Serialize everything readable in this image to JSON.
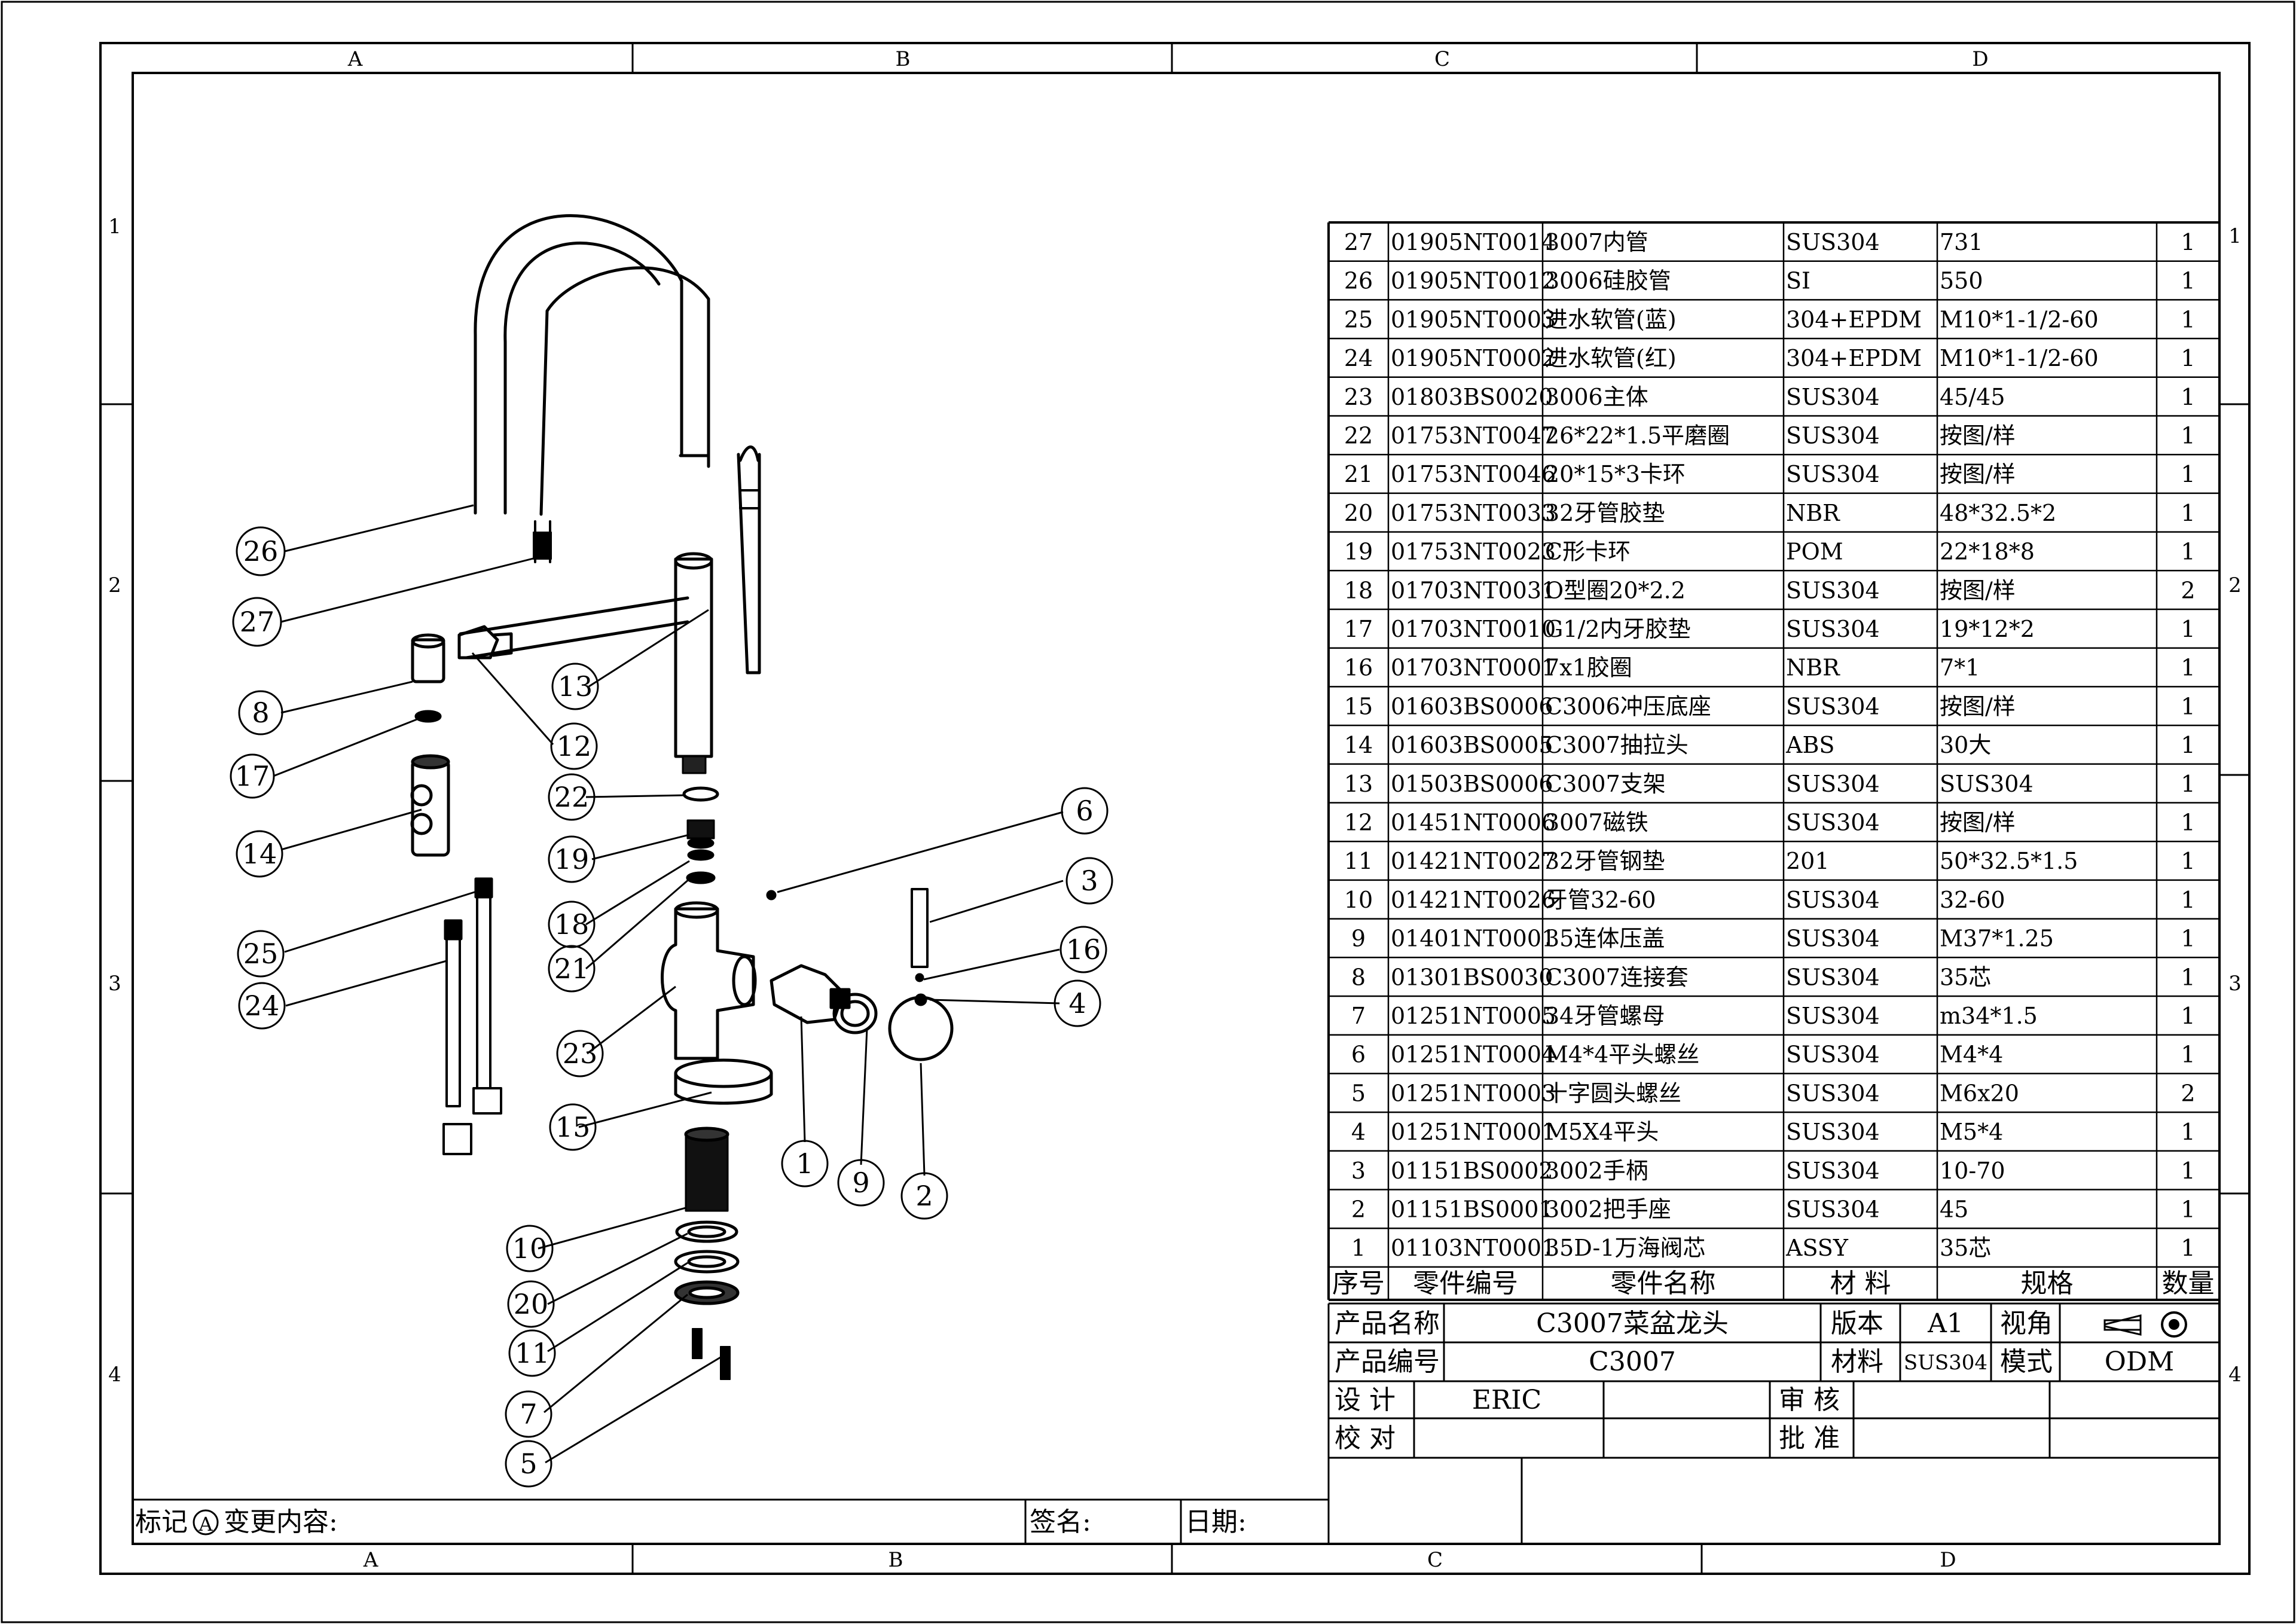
{
  "zone_columns": [
    "A",
    "B",
    "C",
    "D"
  ],
  "zone_rows": [
    "1",
    "2",
    "3",
    "4"
  ],
  "bom": {
    "headers": {
      "no": "序号",
      "part_no": "零件编号",
      "name": "零件名称",
      "material": "材 料",
      "spec": "规格",
      "qty": "数量"
    },
    "rows": [
      {
        "no": "27",
        "part_no": "01905NT0014",
        "name": "3007内管",
        "material": "SUS304",
        "spec": "731",
        "qty": "1"
      },
      {
        "no": "26",
        "part_no": "01905NT0012",
        "name": "3006硅胶管",
        "material": "SI",
        "spec": "550",
        "qty": "1"
      },
      {
        "no": "25",
        "part_no": "01905NT0003",
        "name": "进水软管(蓝)",
        "material": "304+EPDM",
        "spec": "M10*1-1/2-60",
        "qty": "1"
      },
      {
        "no": "24",
        "part_no": "01905NT0002",
        "name": "进水软管(红)",
        "material": "304+EPDM",
        "spec": "M10*1-1/2-60",
        "qty": "1"
      },
      {
        "no": "23",
        "part_no": "01803BS0020",
        "name": "3006主体",
        "material": "SUS304",
        "spec": "45/45",
        "qty": "1"
      },
      {
        "no": "22",
        "part_no": "01753NT0047",
        "name": "26*22*1.5平磨圈",
        "material": "SUS304",
        "spec": "按图/样",
        "qty": "1"
      },
      {
        "no": "21",
        "part_no": "01753NT0046",
        "name": "20*15*3卡环",
        "material": "SUS304",
        "spec": "按图/样",
        "qty": "1"
      },
      {
        "no": "20",
        "part_no": "01753NT0033",
        "name": "32牙管胶垫",
        "material": "NBR",
        "spec": "48*32.5*2",
        "qty": "1"
      },
      {
        "no": "19",
        "part_no": "01753NT0023",
        "name": "C形卡环",
        "material": "POM",
        "spec": "22*18*8",
        "qty": "1"
      },
      {
        "no": "18",
        "part_no": "01703NT0031",
        "name": "O型圈20*2.2",
        "material": "SUS304",
        "spec": "按图/样",
        "qty": "2"
      },
      {
        "no": "17",
        "part_no": "01703NT0010",
        "name": "G1/2内牙胶垫",
        "material": "SUS304",
        "spec": "19*12*2",
        "qty": "1"
      },
      {
        "no": "16",
        "part_no": "01703NT0001",
        "name": "7x1胶圈",
        "material": "NBR",
        "spec": "7*1",
        "qty": "1"
      },
      {
        "no": "15",
        "part_no": "01603BS0006",
        "name": "C3006冲压底座",
        "material": "SUS304",
        "spec": "按图/样",
        "qty": "1"
      },
      {
        "no": "14",
        "part_no": "01603BS0005",
        "name": "C3007抽拉头",
        "material": "ABS",
        "spec": "30大",
        "qty": "1"
      },
      {
        "no": "13",
        "part_no": "01503BS0006",
        "name": "C3007支架",
        "material": "SUS304",
        "spec": "SUS304",
        "qty": "1"
      },
      {
        "no": "12",
        "part_no": "01451NT0006",
        "name": "3007磁铁",
        "material": "SUS304",
        "spec": "按图/样",
        "qty": "1"
      },
      {
        "no": "11",
        "part_no": "01421NT0027",
        "name": "32牙管钢垫",
        "material": "201",
        "spec": "50*32.5*1.5",
        "qty": "1"
      },
      {
        "no": "10",
        "part_no": "01421NT0026",
        "name": "牙管32-60",
        "material": "SUS304",
        "spec": "32-60",
        "qty": "1"
      },
      {
        "no": "9",
        "part_no": "01401NT0001",
        "name": "35连体压盖",
        "material": "SUS304",
        "spec": "M37*1.25",
        "qty": "1"
      },
      {
        "no": "8",
        "part_no": "01301BS0030",
        "name": "C3007连接套",
        "material": "SUS304",
        "spec": "35芯",
        "qty": "1"
      },
      {
        "no": "7",
        "part_no": "01251NT0005",
        "name": "34牙管螺母",
        "material": "SUS304",
        "spec": "m34*1.5",
        "qty": "1"
      },
      {
        "no": "6",
        "part_no": "01251NT0004",
        "name": "M4*4平头螺丝",
        "material": "SUS304",
        "spec": "M4*4",
        "qty": "1"
      },
      {
        "no": "5",
        "part_no": "01251NT0003",
        "name": "十字圆头螺丝",
        "material": "SUS304",
        "spec": "M6x20",
        "qty": "2"
      },
      {
        "no": "4",
        "part_no": "01251NT0001",
        "name": "M5X4平头",
        "material": "SUS304",
        "spec": "M5*4",
        "qty": "1"
      },
      {
        "no": "3",
        "part_no": "01151BS0002",
        "name": "3002手柄",
        "material": "SUS304",
        "spec": "10-70",
        "qty": "1"
      },
      {
        "no": "2",
        "part_no": "01151BS0001",
        "name": "3002把手座",
        "material": "SUS304",
        "spec": "45",
        "qty": "1"
      },
      {
        "no": "1",
        "part_no": "01103NT0001",
        "name": "35D-1万海阀芯",
        "material": "ASSY",
        "spec": "35芯",
        "qty": "1"
      }
    ]
  },
  "title_block": {
    "product_name_label": "产品名称",
    "product_name": "C3007菜盆龙头",
    "version_label": "版本",
    "version": "A1",
    "view_label": "视角",
    "product_code_label": "产品编号",
    "product_code": "C3007",
    "material_label": "材料",
    "material": "SUS304",
    "mode_label": "模式",
    "mode": "ODM",
    "design_label": "设 计",
    "designer": "ERIC",
    "review_label": "审 核",
    "check_label": "校 对",
    "approve_label": "批 准"
  },
  "revision_bar": {
    "mark_label": "标记",
    "mark_symbol": "A",
    "change_label": "变更内容:",
    "sign_label": "签名:",
    "date_label": "日期:"
  },
  "balloons": [
    "26",
    "27",
    "8",
    "17",
    "14",
    "25",
    "24",
    "13",
    "12",
    "22",
    "19",
    "18",
    "21",
    "23",
    "15",
    "10",
    "20",
    "11",
    "7",
    "5",
    "6",
    "3",
    "16",
    "4",
    "1",
    "9",
    "2"
  ]
}
